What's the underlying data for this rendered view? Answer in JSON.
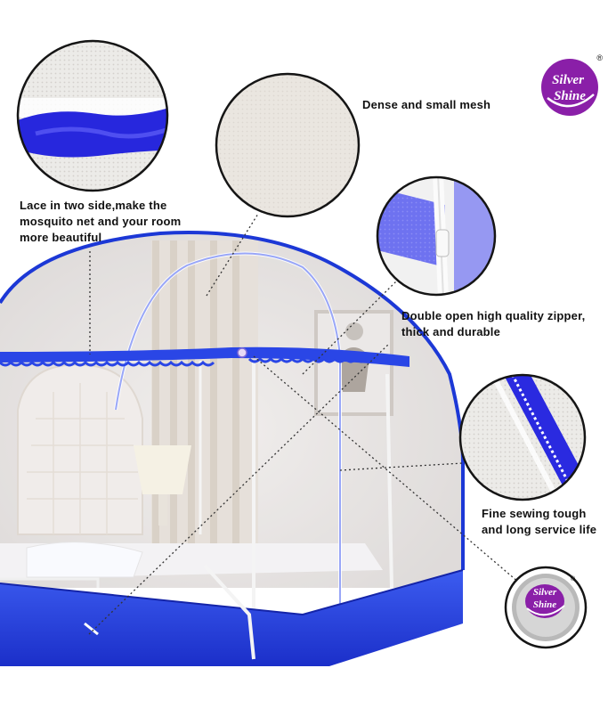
{
  "brand": {
    "line1": "Silver",
    "line2": "Shine",
    "registered_mark": "®",
    "logo_color": "#8a1fa8"
  },
  "product": {
    "net_color": "#1d33d6",
    "frame_color": "#f2f2f2"
  },
  "callouts": {
    "lace": "Lace in two side,make the\nmosquito net and your room\nmore beautiful",
    "mesh": "Dense and small mesh",
    "zipper": "Double open high quality zipper,\nthick and durable",
    "sewing": "Fine sewing tough\nand long service life"
  }
}
